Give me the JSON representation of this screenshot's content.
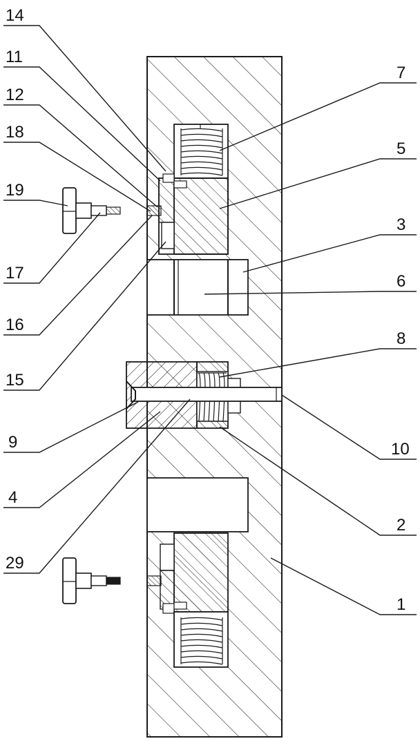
{
  "callouts": {
    "c14": "14",
    "c11": "11",
    "c12": "12",
    "c18": "18",
    "c19": "19",
    "c17": "17",
    "c16": "16",
    "c15": "15",
    "c9": "9",
    "c4": "4",
    "c29": "29",
    "c7": "7",
    "c5": "5",
    "c3": "3",
    "c6": "6",
    "c8": "8",
    "c10": "10",
    "c2": "2",
    "c1": "1"
  }
}
